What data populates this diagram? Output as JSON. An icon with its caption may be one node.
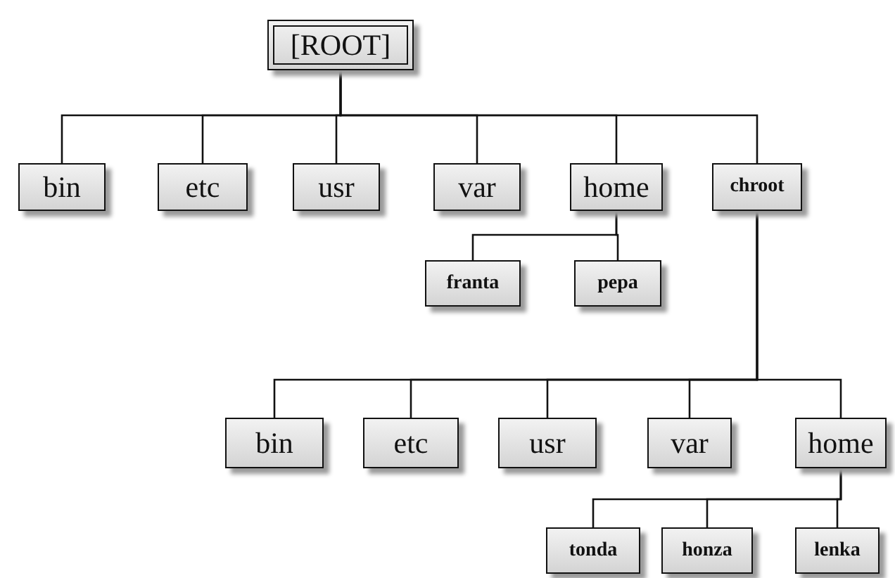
{
  "diagram": {
    "nodes": [
      {
        "text": [
          "[ROOT]"
        ]
      },
      {
        "text": [
          "bin"
        ]
      },
      {
        "text": [
          "etc"
        ]
      },
      {
        "text": [
          "usr"
        ]
      },
      {
        "text": [
          "var"
        ]
      },
      {
        "text": [
          "home"
        ]
      },
      {
        "text": [
          "chroot"
        ]
      },
      {
        "text": [
          "franta"
        ]
      },
      {
        "text": [
          "pepa"
        ]
      },
      {
        "text": [
          "bin"
        ]
      },
      {
        "text": [
          "etc"
        ]
      },
      {
        "text": [
          "usr"
        ]
      },
      {
        "text": [
          "var"
        ]
      },
      {
        "text": [
          "home"
        ]
      },
      {
        "text": [
          "tonda"
        ]
      },
      {
        "text": [
          "honza"
        ]
      },
      {
        "text": [
          "lenka"
        ]
      }
    ],
    "edges": [
      {
        "from": 0,
        "to": 1,
        "arrow": "none"
      },
      {
        "from": 0,
        "to": 2,
        "arrow": "none"
      },
      {
        "from": 0,
        "to": 3,
        "arrow": "none"
      },
      {
        "from": 0,
        "to": 4,
        "arrow": "none"
      },
      {
        "from": 0,
        "to": 5,
        "arrow": "none"
      },
      {
        "from": 0,
        "to": 6,
        "arrow": "none"
      },
      {
        "from": 5,
        "to": 7,
        "arrow": "none"
      },
      {
        "from": 5,
        "to": 8,
        "arrow": "none"
      },
      {
        "from": 6,
        "to": 9,
        "arrow": "none"
      },
      {
        "from": 6,
        "to": 10,
        "arrow": "none"
      },
      {
        "from": 6,
        "to": 11,
        "arrow": "none"
      },
      {
        "from": 6,
        "to": 12,
        "arrow": "none"
      },
      {
        "from": 6,
        "to": 13,
        "arrow": "none"
      },
      {
        "from": 13,
        "to": 14,
        "arrow": "none"
      },
      {
        "from": 13,
        "to": 15,
        "arrow": "none"
      },
      {
        "from": 13,
        "to": 16,
        "arrow": "none"
      }
    ]
  }
}
